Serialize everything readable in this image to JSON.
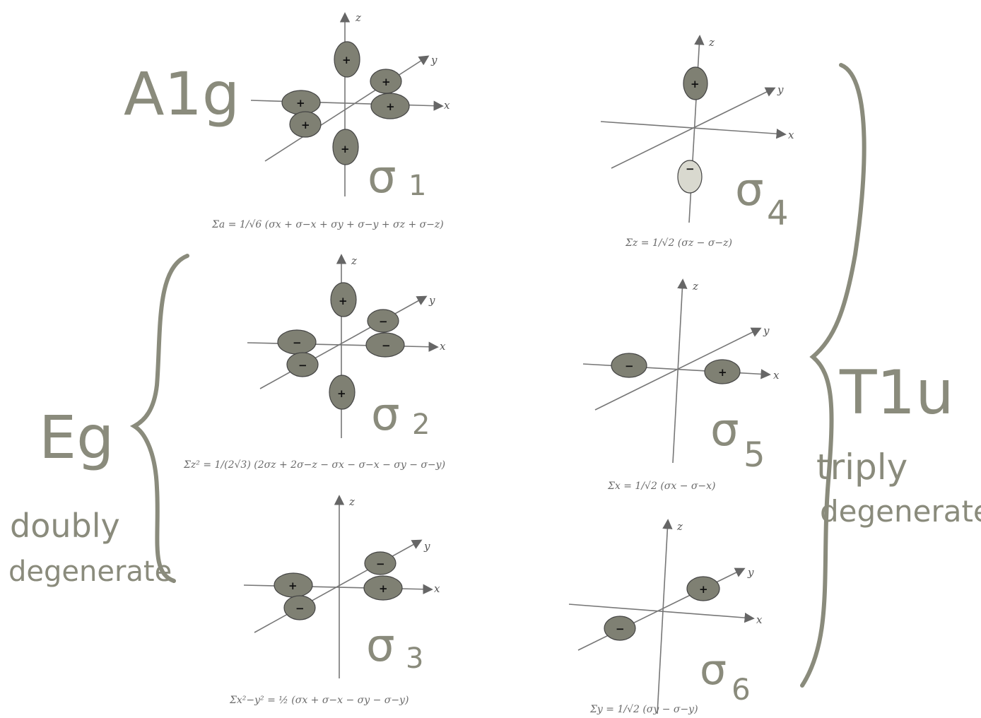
{
  "groups": {
    "a1g": {
      "label": "A1g"
    },
    "eg": {
      "label": "Eg",
      "note_line1": "doubly",
      "note_line2": "degenerate"
    },
    "t1u": {
      "label": "T1u",
      "note_line1": "triply",
      "note_line2": "degenerate"
    }
  },
  "axes": {
    "x": "x",
    "y": "y",
    "z": "z"
  },
  "signs": {
    "plus": "+",
    "minus": "−"
  },
  "diagrams": [
    {
      "sigma": "σ",
      "index": "1",
      "formula": "Σa = 1/√6 (σx + σ−x + σy + σ−y + σz + σ−z)"
    },
    {
      "sigma": "σ",
      "index": "2",
      "formula": "Σz² = 1/(2√3) (2σz + 2σ−z − σx − σ−x − σy − σ−y)"
    },
    {
      "sigma": "σ",
      "index": "3",
      "formula": "Σx²−y² = ½ (σx + σ−x − σy − σ−y)"
    },
    {
      "sigma": "σ",
      "index": "4",
      "formula": "Σz = 1/√2 (σz − σ−z)"
    },
    {
      "sigma": "σ",
      "index": "5",
      "formula": "Σx = 1/√2 (σx − σ−x)"
    },
    {
      "sigma": "σ",
      "index": "6",
      "formula": "Σy = 1/√2 (σy − σ−y)"
    }
  ],
  "colors": {
    "handwriting": "#8a8b7c",
    "lobe": "#7f8073",
    "axis": "#777777"
  }
}
